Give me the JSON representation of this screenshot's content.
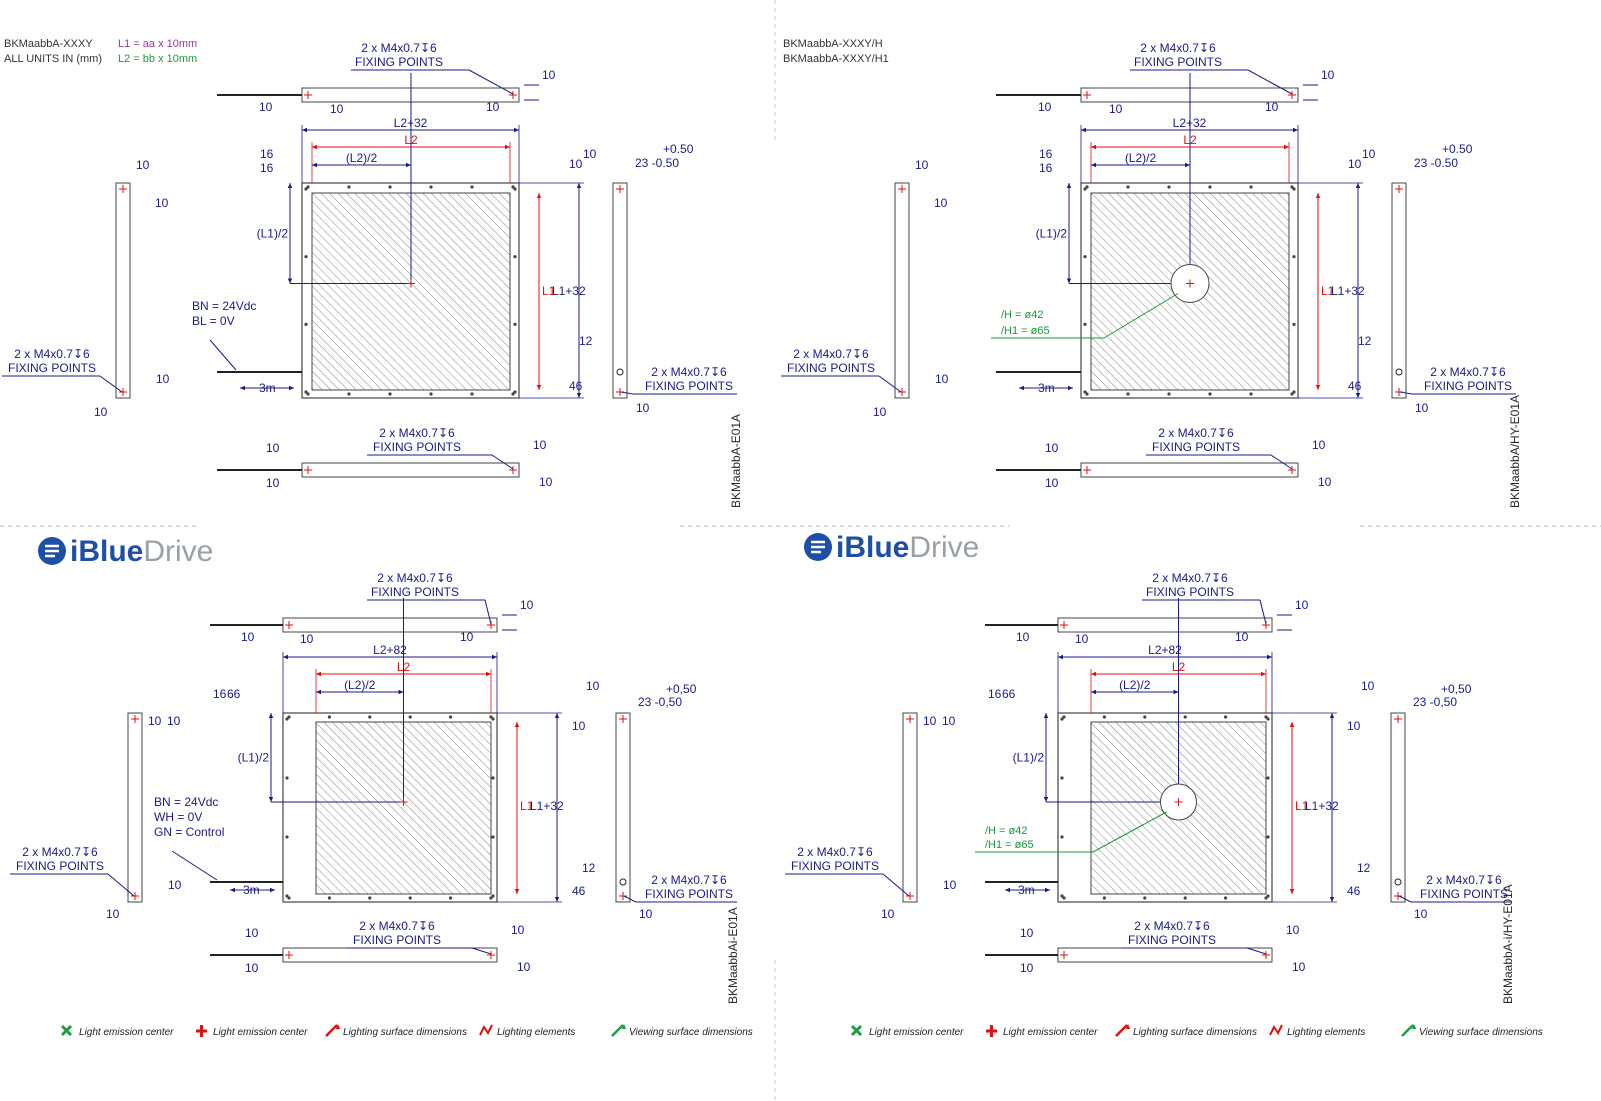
{
  "quadrants": [
    {
      "header": [
        "BKMaabbA-XXXY",
        "ALL UNITS IN (mm)"
      ],
      "defs": {
        "l1": "L1 = aa x 10mm",
        "l2": "L2 = bb x 10mm"
      },
      "code": "BKMaabbA-E01A",
      "wide": "L2+32",
      "l2": "L2",
      "half_l2": "(L2)/2",
      "half_l1": "(L1)/2",
      "l1": "L1",
      "l1_32": "L1+32",
      "offset_a": "16",
      "offset_b": "16",
      "wiring": [
        "BN = 24Vdc",
        "BL = 0V"
      ],
      "hole": null,
      "cable": "3m",
      "side_top": "+0.50",
      "side_bottom": "23 -0.50",
      "dims": {
        "d10": "10",
        "d12": "12",
        "d46": "46"
      }
    },
    {
      "header": [
        "BKMaabbA-XXXY/H",
        "BKMaabbA-XXXY/H1"
      ],
      "defs": null,
      "code": "BKMaabbA/HY-E01A",
      "wide": "L2+32",
      "l2": "L2",
      "half_l2": "(L2)/2",
      "half_l1": "(L1)/2",
      "l1": "L1",
      "l1_32": "L1+32",
      "offset_a": "16",
      "offset_b": "16",
      "wiring": [
        "BN = 24Vdc",
        "BL = 0V"
      ],
      "hole": [
        "/H   = ø42",
        "/H1 = ø65"
      ],
      "cable": "3m",
      "side_top": "+0.50",
      "side_bottom": "23 -0.50",
      "dims": {
        "d10": "10",
        "d12": "12",
        "d46": "46"
      }
    },
    {
      "header": null,
      "defs": null,
      "code": "BKMaabbAi-E01A",
      "wide": "L2+82",
      "l2": "L2",
      "half_l2": "(L2)/2",
      "half_l1": "(L1)/2",
      "l1": "L1",
      "l1_32": "L1+32",
      "offset_a": "16",
      "offset_b": "66",
      "wiring": [
        "BN = 24Vdc",
        "WH = 0V",
        "GN = Control"
      ],
      "hole": null,
      "cable": "3m",
      "side_top": "+0,50",
      "side_bottom": "23 -0,50",
      "dims": {
        "d10": "10",
        "d12": "12",
        "d46": "46"
      }
    },
    {
      "header": null,
      "defs": null,
      "code": "BKMaabbA-i/HY-E01A",
      "wide": "L2+82",
      "l2": "L2",
      "half_l2": "(L2)/2",
      "half_l1": "(L1)/2",
      "l1": "L1",
      "l1_32": "L1+32",
      "offset_a": "16",
      "offset_b": "66",
      "wiring": [
        "BN = 24Vdc",
        "WH = 0V",
        "GN = Control"
      ],
      "hole": [
        "/H   = ø42",
        "/H1 = ø65"
      ],
      "cable": "3m",
      "side_top": "+0,50",
      "side_bottom": "23 -0,50",
      "dims": {
        "d10": "10",
        "d12": "12",
        "d46": "46"
      }
    }
  ],
  "fixing": [
    "2 x M4x0.7↧6",
    "FIXING POINTS"
  ],
  "logo": {
    "bold": "iBlue",
    "light": "Drive"
  },
  "legend": [
    {
      "label": "Light emission center",
      "icon": "green-cross-icon",
      "color": "#1aa040"
    },
    {
      "label": "Light emission center",
      "icon": "red-plus-icon",
      "color": "#e01010"
    },
    {
      "label": "Lighting surface dimensions",
      "icon": "red-arrow-icon",
      "color": "#e01010"
    },
    {
      "label": "Lighting elements",
      "icon": "red-zigzag-icon",
      "color": "#e01010"
    },
    {
      "label": "Viewing surface dimensions",
      "icon": "green-arrow-icon",
      "color": "#1aa040"
    }
  ],
  "colors": {
    "dimension": "#1a1a8c",
    "red": "#e01010",
    "green": "#1a9a3a",
    "logo": "#1e4fa8"
  }
}
